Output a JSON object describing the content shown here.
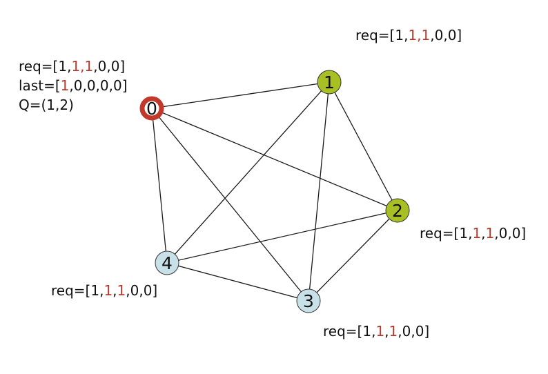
{
  "colors": {
    "token_holder_ring": "#c0392b",
    "requesting_node": "#a8c023",
    "idle_node": "#c8e0e8",
    "edge": "#1a1a1a",
    "highlight_text": "#b53a2e"
  },
  "nodes": [
    {
      "id": "0",
      "label": "0",
      "state": "token-holder"
    },
    {
      "id": "1",
      "label": "1",
      "state": "requesting"
    },
    {
      "id": "2",
      "label": "2",
      "state": "requesting"
    },
    {
      "id": "3",
      "label": "3",
      "state": "idle"
    },
    {
      "id": "4",
      "label": "4",
      "state": "idle"
    }
  ],
  "edges": [
    [
      "0",
      "1"
    ],
    [
      "0",
      "2"
    ],
    [
      "0",
      "3"
    ],
    [
      "0",
      "4"
    ],
    [
      "1",
      "2"
    ],
    [
      "1",
      "3"
    ],
    [
      "1",
      "4"
    ],
    [
      "2",
      "3"
    ],
    [
      "2",
      "4"
    ],
    [
      "3",
      "4"
    ]
  ],
  "annotations": {
    "node0": {
      "req": {
        "prefix": "req=[1,",
        "h1": "1",
        "sep": ",",
        "h2": "1",
        "suffix": ",0,0]"
      },
      "last": {
        "prefix": "last=[",
        "h1": "1",
        "suffix": ",0,0,0,0]"
      },
      "queue": "Q=(1,2)"
    },
    "node1": {
      "req": {
        "prefix": "req=[1,",
        "h1": "1",
        "sep": ",",
        "h2": "1",
        "suffix": ",0,0]"
      }
    },
    "node2": {
      "req": {
        "prefix": "req=[1,",
        "h1": "1",
        "sep": ",",
        "h2": "1",
        "suffix": ",0,0]"
      }
    },
    "node3": {
      "req": {
        "prefix": "req=[1,",
        "h1": "1",
        "sep": ",",
        "h2": "1",
        "suffix": ",0,0]"
      }
    },
    "node4": {
      "req": {
        "prefix": "req=[1,",
        "h1": "1",
        "sep": ",",
        "h2": "1",
        "suffix": ",0,0]"
      }
    }
  }
}
